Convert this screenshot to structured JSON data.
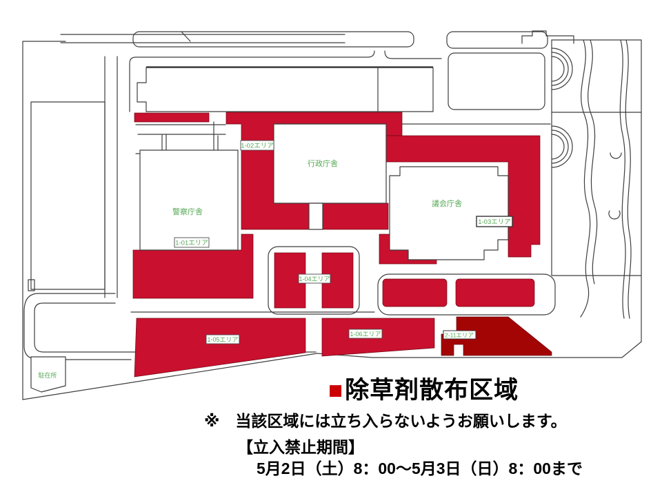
{
  "map": {
    "building_labels": {
      "admin": "行政庁舎",
      "police": "警察庁舎",
      "assembly": "議会庁舎",
      "police_box": "駐在所"
    },
    "area_labels": {
      "a1_01": "1-01エリア",
      "a1_02": "1-02エリア",
      "a1_03": "1-03エリア",
      "a1_04": "1-04エリア",
      "a1_05": "1-05エリア",
      "a1_06": "1-06エリア",
      "a2_11": "2-11エリア"
    },
    "colors": {
      "spray_zone_red": "#C9102E",
      "spray_zone_dark_red": "#A30505",
      "label_green": "#55A855",
      "outline": "#3C3C3C",
      "legend_red": "#CC0000"
    }
  },
  "legend": {
    "swatch": "■",
    "title": "除草剤散布区域"
  },
  "notice": {
    "warning": "※　当該区域には立ち入らないようお願いします。",
    "period_heading": "【立入禁止期間】",
    "period": "5月2日（土）8：00～5月3日（日）8：00まで"
  }
}
